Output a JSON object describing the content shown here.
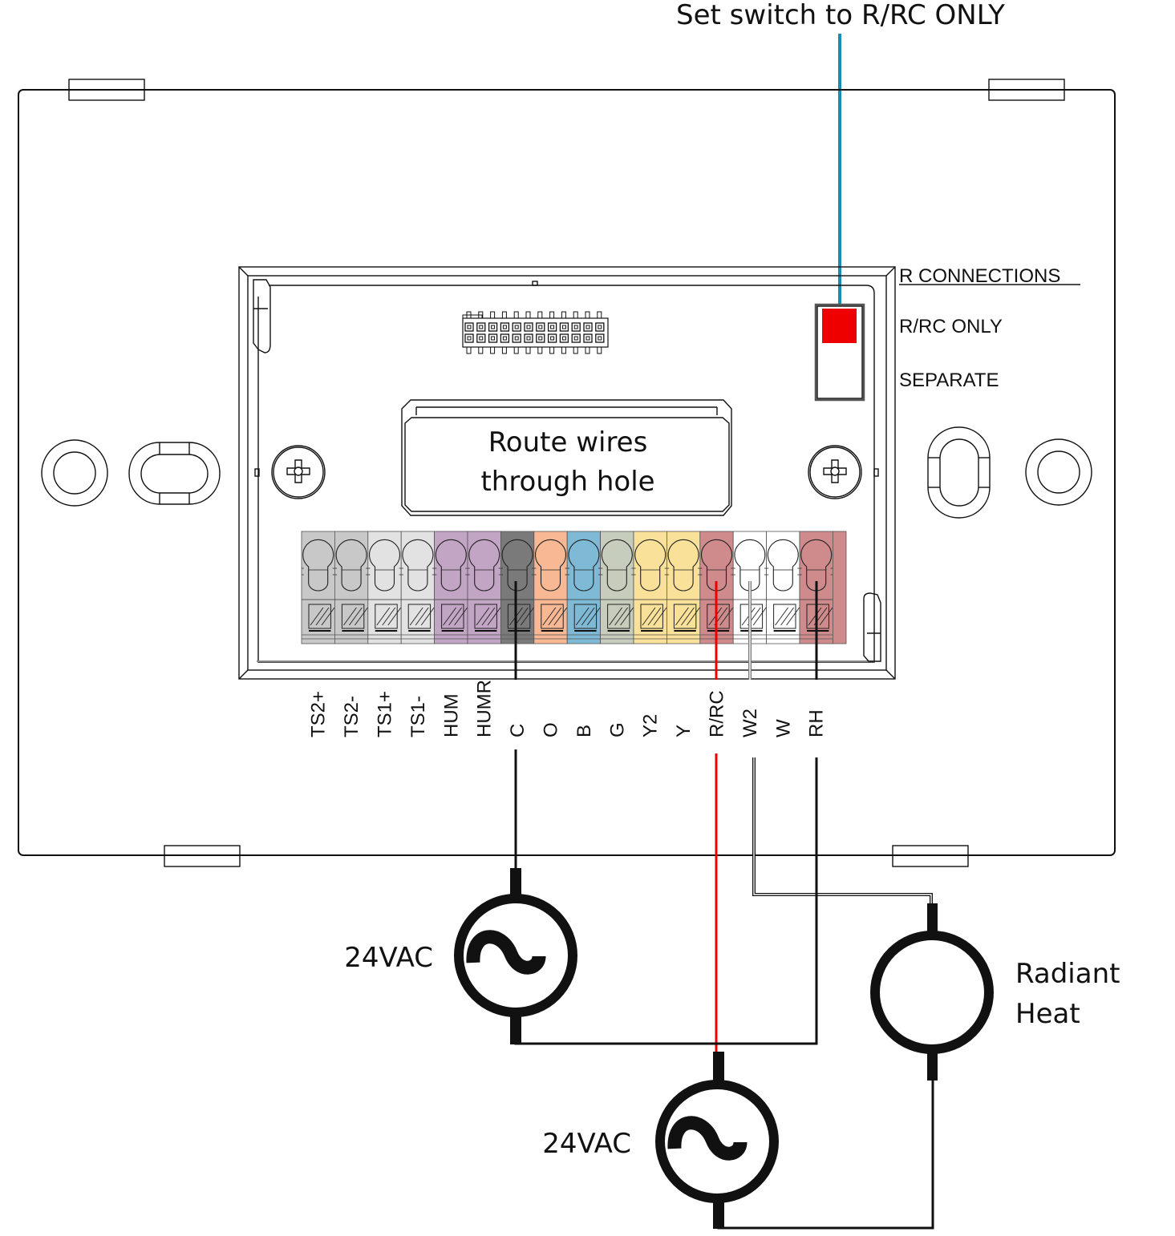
{
  "callout": {
    "text": "Set switch to R/RC ONLY",
    "line_color": "#1a8cb8"
  },
  "route_box": {
    "line1": "Route wires",
    "line2": "through hole"
  },
  "switch": {
    "heading": "R CONNECTIONS",
    "option_top": "R/RC ONLY",
    "option_bottom": "SEPARATE",
    "selected": "R/RC ONLY",
    "indicator_color": "#ee0000"
  },
  "terminals": [
    {
      "label": "TS2+",
      "color": "#c8c8c8"
    },
    {
      "label": "TS2-",
      "color": "#c8c8c8"
    },
    {
      "label": "TS1+",
      "color": "#e2e2e2"
    },
    {
      "label": "TS1-",
      "color": "#e2e2e2"
    },
    {
      "label": "HUM",
      "color": "#c2a4c4"
    },
    {
      "label": "HUMR",
      "color": "#c2a4c4"
    },
    {
      "label": "C",
      "color": "#7a7a7a"
    },
    {
      "label": "O",
      "color": "#f7b893"
    },
    {
      "label": "B",
      "color": "#7ebad6"
    },
    {
      "label": "G",
      "color": "#c6cdbd"
    },
    {
      "label": "Y2",
      "color": "#f9e19a"
    },
    {
      "label": "Y",
      "color": "#f9e19a"
    },
    {
      "label": "R/RC",
      "color": "#cf8a8c"
    },
    {
      "label": "W2",
      "color": "#ffffff"
    },
    {
      "label": "W",
      "color": "#ffffff"
    },
    {
      "label": "RH",
      "color": "#cf8a8c"
    }
  ],
  "wires": {
    "C": "#111111",
    "R/RC": "#ee0000",
    "W2": "#777777",
    "RH": "#111111"
  },
  "sources": [
    {
      "label": "24VAC",
      "type": "ac-source"
    },
    {
      "label": "24VAC",
      "type": "ac-source"
    }
  ],
  "load": {
    "line1": "Radiant",
    "line2": "Heat"
  }
}
